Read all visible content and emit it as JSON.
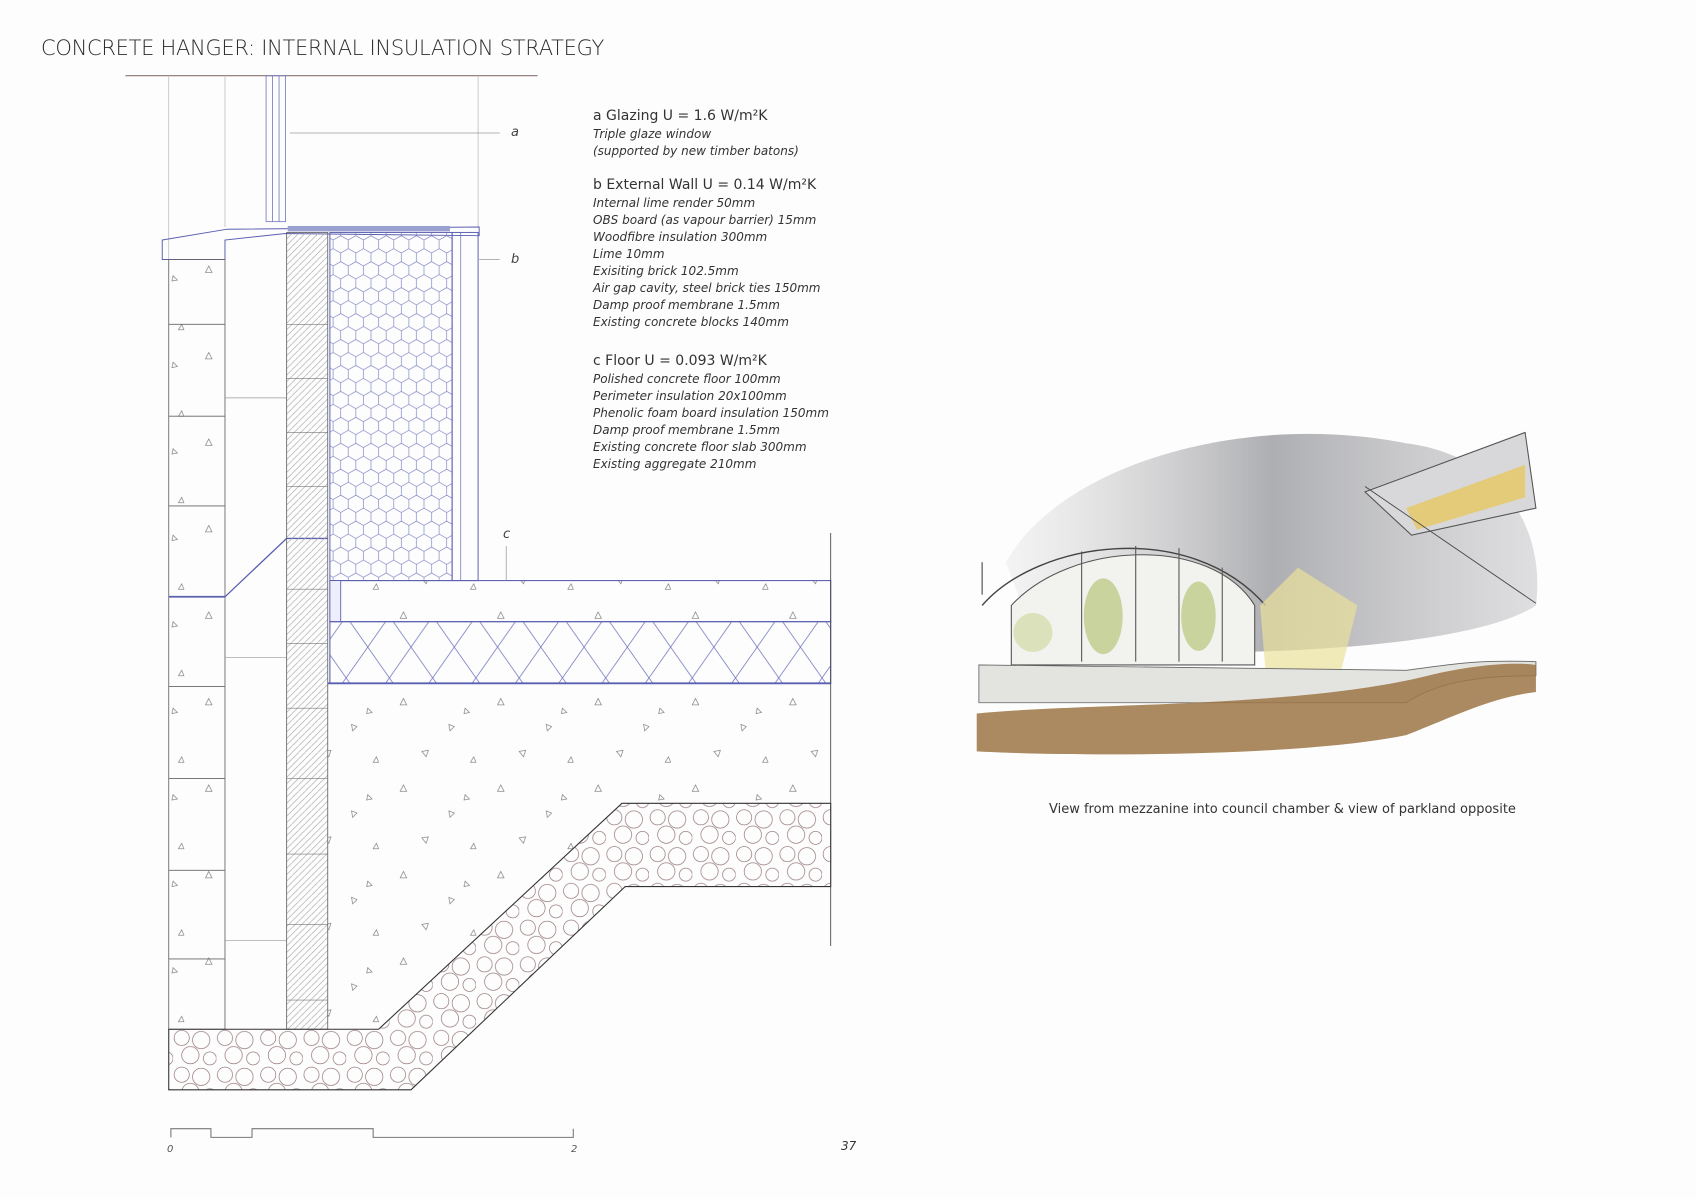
{
  "title": "CONCRETE HANGER: INTERNAL INSULATION STRATEGY",
  "callouts": [
    "a",
    "b",
    "c"
  ],
  "specs": [
    {
      "heading": "a Glazing U = 1.6 W/m²K",
      "items": [
        "Triple glaze window",
        "(supported by new timber batons)"
      ]
    },
    {
      "heading": "b External Wall U = 0.14 W/m²K",
      "items": [
        "Internal lime render 50mm",
        "OBS board (as vapour barrier) 15mm",
        "Woodfibre insulation 300mm",
        "Lime 10mm",
        "Exisiting brick  102.5mm",
        "Air gap cavity, steel brick ties  150mm",
        "Damp proof membrane 1.5mm",
        "Existing concrete blocks  140mm"
      ]
    },
    {
      "heading": "c Floor U = 0.093 W/m²K",
      "items": [
        "Polished concrete floor 100mm",
        "Perimeter insulation  20x100mm",
        "Phenolic foam board insulation  150mm",
        "Damp proof membrane 1.5mm",
        "Existing concrete floor slab 300mm",
        "Existing aggregate 210mm"
      ]
    }
  ],
  "caption": "View from mezzanine into council chamber & view of parkland opposite",
  "scale_bar": {
    "start": "0",
    "end": "2"
  },
  "page_number": "37",
  "colors": {
    "line": "#5a5fb0",
    "ink": "#555555",
    "brick_hatch": "#999999"
  }
}
